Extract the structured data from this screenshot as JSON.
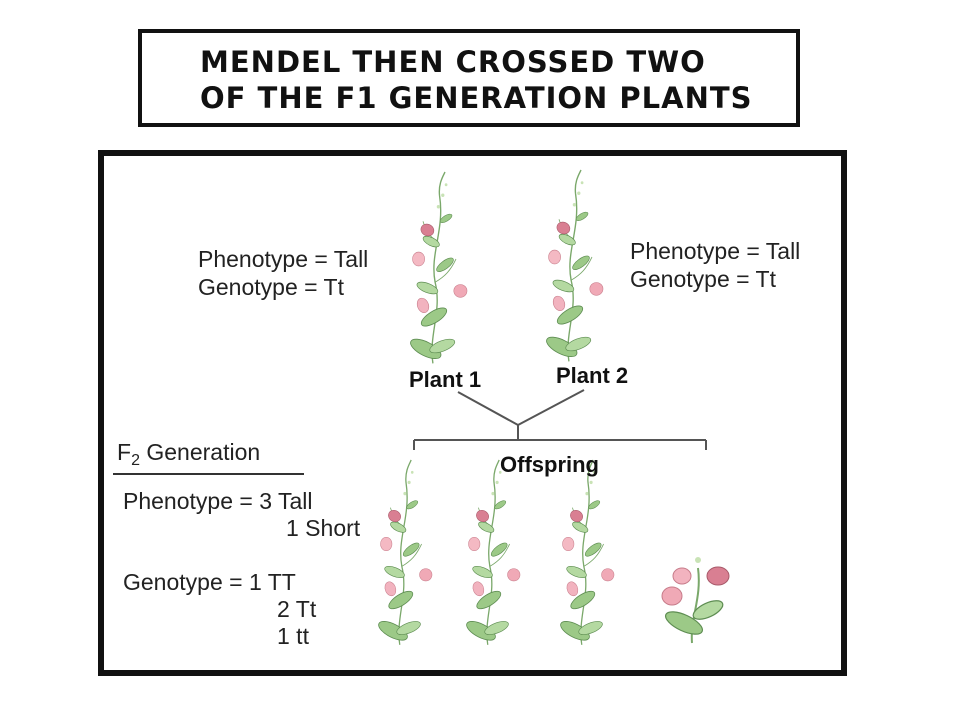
{
  "caption": {
    "line1": "MENDEL THEN CROSSED TWO",
    "line2": "OF THE F1 GENERATION PLANTS"
  },
  "plant1": {
    "label": "Plant 1",
    "phenotype": "Phenotype = Tall",
    "genotype": "Genotype = Tt"
  },
  "plant2": {
    "label": "Plant 2",
    "phenotype": "Phenotype = Tall",
    "genotype": "Genotype = Tt"
  },
  "offspring_label": "Offspring",
  "f2": {
    "heading_prefix": "F",
    "heading_sub": "2",
    "heading_suffix": " Generation",
    "phenotype_line1": "Phenotype = 3 Tall",
    "phenotype_line2": "1 Short",
    "genotype_line1": "Genotype = 1 TT",
    "genotype_line2": "2 Tt",
    "genotype_line3": "1 tt"
  },
  "colors": {
    "leaf": "#8cc07a",
    "flower": "#e89aa8",
    "line": "#555555"
  }
}
